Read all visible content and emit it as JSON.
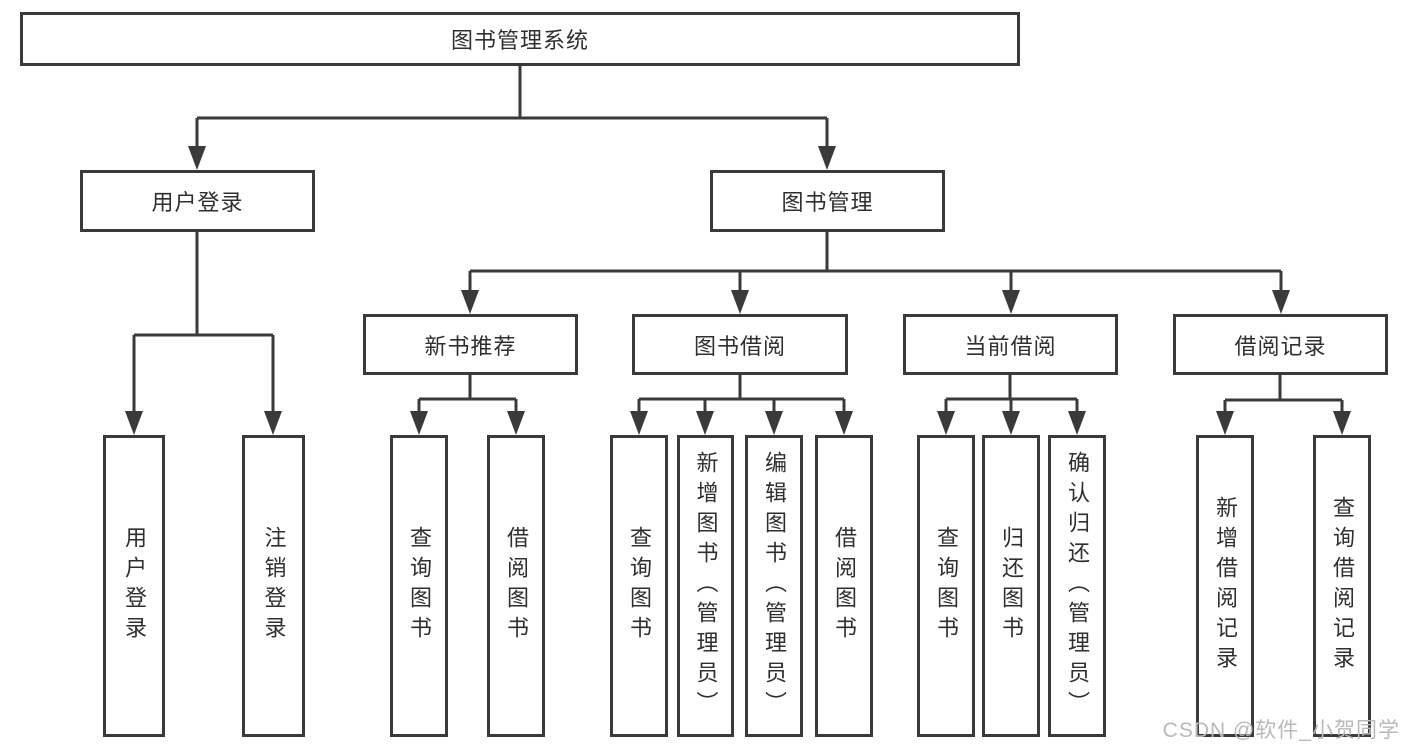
{
  "colors": {
    "line": "#3a3a3a",
    "box_border": "#3a3a3a",
    "text": "#2f2f2f",
    "watermark": "#b9b9b9",
    "background": "#ffffff"
  },
  "watermark": {
    "text": "CSDN @软件_小贺同学"
  },
  "tree": {
    "root": {
      "label": "图书管理系统"
    },
    "children": [
      {
        "label": "用户登录",
        "children": [
          {
            "label": "用户登录"
          },
          {
            "label": "注销登录"
          }
        ]
      },
      {
        "label": "图书管理",
        "children": [
          {
            "label": "新书推荐",
            "children": [
              {
                "label": "查询图书"
              },
              {
                "label": "借阅图书"
              }
            ]
          },
          {
            "label": "图书借阅",
            "children": [
              {
                "label": "查询图书"
              },
              {
                "label": "新增图书（管理员）"
              },
              {
                "label": "编辑图书（管理员）"
              },
              {
                "label": "借阅图书"
              }
            ]
          },
          {
            "label": "当前借阅",
            "children": [
              {
                "label": "查询图书"
              },
              {
                "label": "归还图书"
              },
              {
                "label": "确认归还（管理员）"
              }
            ]
          },
          {
            "label": "借阅记录",
            "children": [
              {
                "label": "新增借阅记录"
              },
              {
                "label": "查询借阅记录"
              }
            ]
          }
        ]
      }
    ]
  }
}
